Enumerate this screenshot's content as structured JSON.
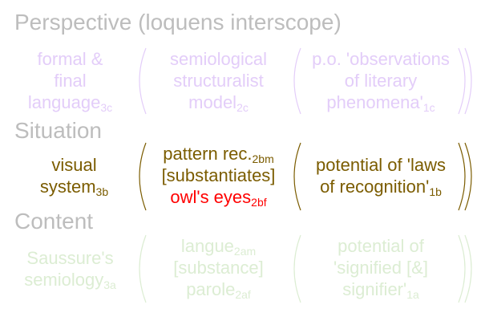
{
  "title": "Perspective (loquens interscope)",
  "sections": [
    {
      "heading": "Perspective (loquens interscope)",
      "color": "#e3cdf9",
      "cells": [
        {
          "lines": [
            "formal &",
            "final"
          ],
          "last": "language",
          "sub": "3c"
        },
        {
          "lines": [
            "semiological",
            "structuralist"
          ],
          "last": "model",
          "sub": "2c"
        },
        {
          "lines": [
            "p.o. 'observations",
            "of literary"
          ],
          "last": "phenomena'",
          "sub": "1c"
        }
      ]
    },
    {
      "heading": "Situation",
      "color": "#7b5c00",
      "cells": [
        {
          "lines": [
            "visual"
          ],
          "last": "system",
          "sub": "3b"
        },
        {
          "line1": "pattern rec.",
          "sub1": "2bm",
          "line2": "[substantiates]",
          "last": "owl's eyes",
          "sub": "2bf",
          "last_color": "#ff0000"
        },
        {
          "lines": [
            "potential of 'laws"
          ],
          "last": "of recognition'",
          "sub": "1b"
        }
      ]
    },
    {
      "heading": "Content",
      "color": "#dcedd3",
      "cells": [
        {
          "lines": [
            "Saussure's"
          ],
          "last": "semiology",
          "sub": "3a"
        },
        {
          "line1": "langue",
          "sub1": "2am",
          "line2": "[substance]",
          "last": "parole",
          "sub": "2af"
        },
        {
          "lines": [
            "potential of",
            "'signified [&]"
          ],
          "last": "signifier'",
          "sub": "1a"
        }
      ]
    }
  ]
}
